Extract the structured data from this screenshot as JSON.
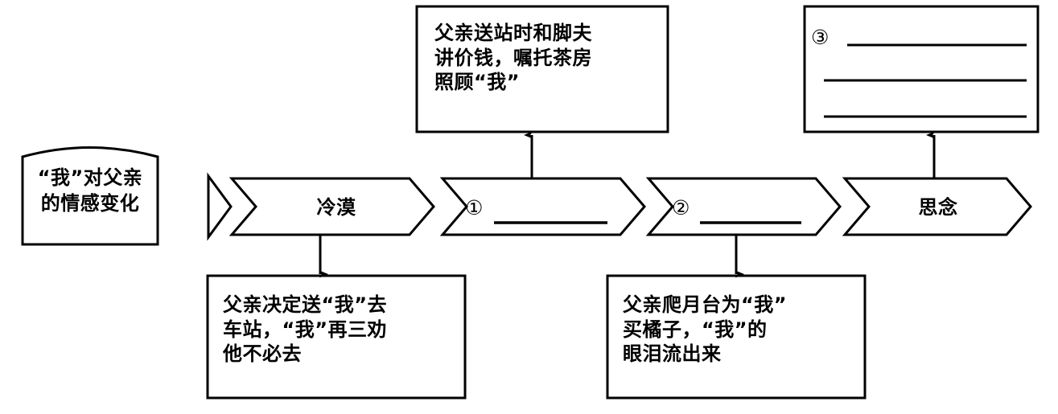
{
  "diagram": {
    "title_box": {
      "label": "“我”对父亲\n的情感变化",
      "shape": "arched-top-rectangle"
    },
    "separator_icon": "triangle-right-icon",
    "stages": [
      {
        "id": "stage-1",
        "label": "冷漠",
        "marker": "",
        "has_blank": false
      },
      {
        "id": "stage-2",
        "label": "",
        "marker": "①",
        "has_blank": true
      },
      {
        "id": "stage-3",
        "label": "",
        "marker": "②",
        "has_blank": true
      },
      {
        "id": "stage-4",
        "label": "思念",
        "marker": "",
        "has_blank": false
      }
    ],
    "event_boxes": [
      {
        "id": "event-top-middle",
        "position": "top",
        "text": "父亲送站时和脚夫\n讲价钱，嘱托茶房\n照顾“我”"
      },
      {
        "id": "event-top-right",
        "position": "top",
        "marker": "③",
        "text": "",
        "blank_lines": 3
      },
      {
        "id": "event-bottom-left",
        "position": "bottom",
        "text": "父亲决定送“我”去\n车站，“我”再三劝\n他不必去"
      },
      {
        "id": "event-bottom-right",
        "position": "bottom",
        "text": "父亲爬月台为“我”\n买橘子，“我”的\n眼泪流出来"
      }
    ],
    "connectors": [
      {
        "id": "arrow-stage1-down",
        "direction": "down",
        "from": "stage-1",
        "to": "event-bottom-left"
      },
      {
        "id": "arrow-stage2-up",
        "direction": "up",
        "from": "stage-2",
        "to": "event-top-middle"
      },
      {
        "id": "arrow-stage3-down",
        "direction": "down",
        "from": "stage-3",
        "to": "event-bottom-right"
      },
      {
        "id": "arrow-stage4-up",
        "direction": "up",
        "from": "stage-4",
        "to": "event-top-right"
      }
    ],
    "colors": {
      "stroke": "#000000",
      "fill": "#ffffff",
      "text": "#000000"
    }
  }
}
